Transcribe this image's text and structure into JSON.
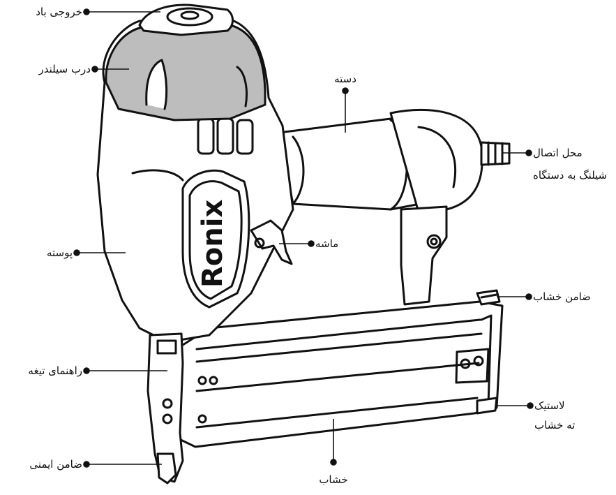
{
  "brand": "Ronix",
  "callouts": {
    "air_outlet": "خروجی باد",
    "cylinder_cap": "درب سیلندر",
    "handle": "دسته",
    "hose_connector_line1": "محل اتصال",
    "hose_connector_line2": "شیلنگ به دستگاه",
    "trigger": "ماشه",
    "housing": "پوسته",
    "magazine_latch": "ضامن خشاب",
    "blade_guide": "راهنمای تیغه",
    "magazine_rubber_line1": "لاستیک",
    "magazine_rubber_line2": "ته خشاب",
    "safety_latch": "ضامن ایمنی",
    "magazine": "خشاب"
  }
}
